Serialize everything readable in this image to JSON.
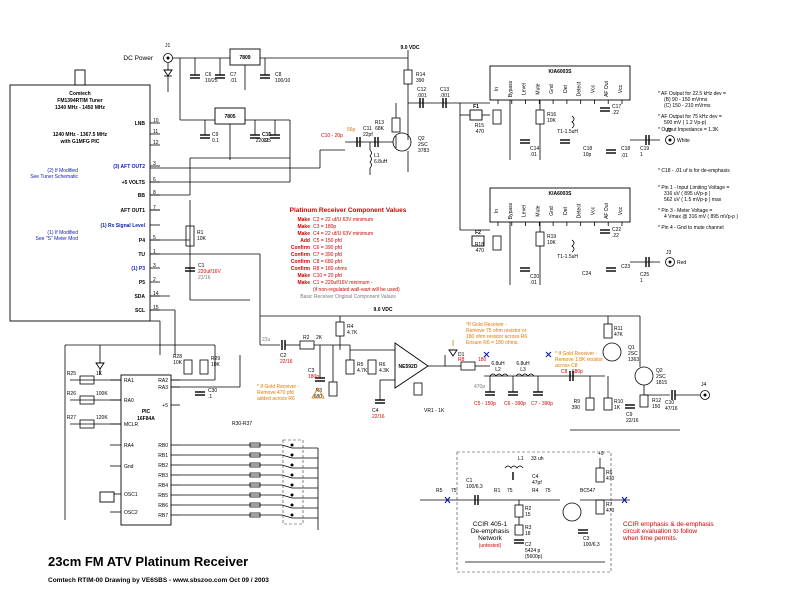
{
  "title": "23cm FM ATV Platinum Receiver",
  "subtitle": "Comtech RTIM-00   Drawing by VE6SBS - www.sbszoo.com   Oct 09 / 2003",
  "connectors": {
    "j1": "J1",
    "dc_power": "DC Power",
    "j2": "J2",
    "j3": "J3",
    "j4": "J4"
  },
  "tuner": {
    "title_lines": [
      "Comtech",
      "FM1394RTIM  Tuner",
      "1340 MHz - 1450 MHz"
    ],
    "band_lines": [
      "1240 MHz - 1367.5 MHz",
      "with G1MFG PIC"
    ],
    "note1": [
      "(2) If Modified",
      "See Tuner Schematic"
    ],
    "note2": [
      "(1) If Modified",
      "See \"S\" Meter Mod"
    ],
    "pins": [
      {
        "name": "LNB",
        "num": "10"
      },
      {
        "name": "",
        "num": "11"
      },
      {
        "name": "",
        "num": "12"
      },
      {
        "name": "(3) AFT OUT2",
        "num": "3"
      },
      {
        "name": "+5 VOLTS",
        "num": "6"
      },
      {
        "name": "BB",
        "num": "8"
      },
      {
        "name": "AFT OUT1",
        "num": "7"
      },
      {
        "name": "(1) Rx Signal Level",
        "num": ""
      },
      {
        "name": "P4",
        "num": "5"
      },
      {
        "name": "TU",
        "num": "1"
      },
      {
        "name": "(1) P3",
        "num": "3"
      },
      {
        "name": "P5",
        "num": "2"
      },
      {
        "name": "SDA",
        "num": "14"
      },
      {
        "name": "SCL",
        "num": "15"
      }
    ]
  },
  "regs": {
    "u1": "7809",
    "u2": "7805"
  },
  "regcaps": [
    {
      "name": "C6",
      "val": "10/25"
    },
    {
      "name": "C7",
      "val": ".01"
    },
    {
      "name": "C8",
      "val": "100/10"
    },
    {
      "name": "C9",
      "val": "0.1"
    },
    {
      "name": "C10",
      "val": ".01"
    },
    {
      "name": "C11",
      "val": "220/25"
    }
  ],
  "rf": {
    "rail": "9.0 VDC",
    "r14": [
      "R14",
      "390"
    ],
    "r13": [
      "R13",
      "68K"
    ],
    "q2": [
      "Q2",
      "2SC",
      "3783"
    ],
    "c12": [
      "C12",
      ".001"
    ],
    "c13": [
      "C13",
      ".001"
    ],
    "c11": [
      "C11",
      "22pf"
    ],
    "c10note": [
      "56p",
      "C10 - 20p"
    ],
    "l1": [
      "L1",
      "6.8uH"
    ],
    "f1": "F1",
    "f2": "F2",
    "r15": [
      "R15",
      "470"
    ],
    "r16": [
      "R16",
      "10K"
    ],
    "c14": [
      "C14",
      ".01"
    ],
    "c15": [
      "C15",
      ".01"
    ],
    "r18": [
      "R18",
      "470"
    ],
    "r19": [
      "R19",
      "10K"
    ],
    "c20": [
      "C20",
      ".01"
    ]
  },
  "ics": {
    "label": "KIA6003S",
    "pins": [
      "In",
      "Bypass",
      "Level",
      "Mute",
      "Gnd",
      "Det",
      "Detect",
      "Vcc",
      "AF Out",
      "Vcc"
    ],
    "t1": "T1-1.5uH",
    "parts1": [
      "C16",
      "C17",
      ".22",
      "C18",
      "10p",
      "C19",
      "1"
    ],
    "parts2": [
      "C21",
      "C22",
      "C23",
      ".22",
      "C24",
      "10p",
      "C25",
      "1"
    ]
  },
  "outputs": {
    "white": "White",
    "red": "Red"
  },
  "specs": [
    "* AF Output for 22.5 kHz dev =",
    "(B)  90 - 150 mVrms",
    "(C) 150 - 210 mVrms",
    "* AF Output for 75 kHz dev =",
    "500 mV ( 1.2  Vp-p)",
    "* Output Impedance = 1.3K",
    "* C18 - .01 uf is for de-emphasis",
    "* Pin 1 - Input Limiting Voltage =",
    "316 uV ( 895 uVp-p )",
    "562 uV ( 1.5 mVp-p ) max",
    "* Pin 3 - Meter Voltage =",
    "4 Vmax @ 316 mV ( 895 mVp-p )",
    "* Pin 4 - Gnd to mute channel"
  ],
  "values_box": {
    "title": "Platinum Receiver Component Values",
    "rows": [
      {
        "tag": "Make",
        "text": "C2 = 22 uf/U 63V minimum"
      },
      {
        "tag": "Make",
        "text": "C3 = 180p"
      },
      {
        "tag": "Make",
        "text": "C4 = 22 uf/U 63V minimum"
      },
      {
        "tag": "Add",
        "text": "C5 = 150 pfd"
      },
      {
        "tag": "Confirm",
        "text": "C6 = 390 pfd"
      },
      {
        "tag": "Confirm",
        "text": "C7 = 390 pfd"
      },
      {
        "tag": "Confirm",
        "text": "C8 = 680 pfd"
      },
      {
        "tag": "Confirm",
        "text": "R8 = 180 ohms"
      },
      {
        "tag": "Make",
        "text": "C10 = 20 pfd"
      },
      {
        "tag": "Make",
        "text": "C1 = 220uf/16V minimum -"
      },
      {
        "tag": "",
        "text": "(if non-regulated wall-wart will be used)"
      }
    ],
    "footer": "Basic Receiver Original Component Values"
  },
  "bias": {
    "r1": [
      "R1",
      "10K"
    ],
    "c1": [
      "C1",
      "220uf/16V",
      "22/16"
    ],
    "c2": [
      "22u",
      "C2",
      "22/16"
    ],
    "r2": [
      "R2",
      "2K"
    ],
    "c3": [
      "C3",
      "180p"
    ],
    "r3": [
      "R3",
      "680"
    ]
  },
  "pic": {
    "title": [
      "PIC",
      "16F84A"
    ],
    "left_pins": [
      "RA1",
      "RA0",
      "MCLR",
      "RA4",
      "Gnd",
      "OSC1",
      "OSC2"
    ],
    "right_pins": [
      "RA2",
      "RA3",
      "+5",
      "RB0",
      "RB1",
      "RB2",
      "RB3",
      "RB4",
      "RB5",
      "RB6",
      "RB7"
    ],
    "parts": [
      {
        "name": "R25",
        "val": "1K"
      },
      {
        "name": "R26",
        "val": "100K"
      },
      {
        "name": "R27",
        "val": "120K"
      },
      {
        "name": "R28",
        "val": "10K"
      },
      {
        "name": "R29",
        "val": "10K"
      },
      {
        "name": "R30-R37",
        "val": ""
      },
      {
        "name": "C30",
        "val": ".1"
      }
    ],
    "switch": "DIP"
  },
  "amp": {
    "rail": "9.0 VDC",
    "ic": "NE592D",
    "r4": [
      "R4",
      "4.7K"
    ],
    "r5": [
      "R5",
      "4.7K"
    ],
    "r6": [
      "R6",
      "4.3K"
    ],
    "r7": [
      "R7",
      "3K"
    ],
    "c4": [
      "C4",
      "22/16"
    ],
    "vr1": "VR1 - 1K",
    "r8": [
      "R8",
      "180"
    ],
    "d1": "D1",
    "l2": [
      "L2",
      "6.8uH"
    ],
    "l3": [
      "L3",
      "6.8uH"
    ],
    "c5": "C5 - 150p",
    "c6": "C6 - 390p",
    "c7": "C7 - 390p",
    "c8": "C8 - 680p",
    "c5_in": "470p",
    "c9": [
      "C9",
      "22/16"
    ],
    "r9": [
      "R9",
      "390"
    ],
    "r10": [
      "R10",
      "1K"
    ],
    "r11": [
      "R11",
      "47K"
    ],
    "r12": [
      "R12",
      "150"
    ],
    "q1": [
      "Q1",
      "2SC",
      "1363"
    ],
    "q2b": [
      "Q2",
      "2SC",
      "1815"
    ],
    "c10": [
      "C10",
      "47/16"
    ]
  },
  "notes": {
    "gold_r6": [
      "*If Gold Receiver -",
      "Remove 75 ohm resistor or",
      "180 ohm resistor across R6.",
      "Ensure R6 = 180 ohms."
    ],
    "gold_c8": [
      "* If Gold Receiver -",
      "Remove 1.8K resistor",
      "across C8"
    ],
    "gold_c5": [
      "* If Gold Receiver -",
      "Remove 470 pfd",
      "added across R6"
    ]
  },
  "deemph": {
    "title": [
      "CCIR 405-1",
      "De-emphasis",
      "Network"
    ],
    "unit": "(untested)",
    "comment": [
      "CCIR emphasis & de-emphasis",
      "circuit evaluation to follow",
      "when time permits."
    ],
    "parts": {
      "r5": [
        "R5",
        "75"
      ],
      "c1": [
        "C1",
        "100/6.3"
      ],
      "r1": [
        "R1",
        "75"
      ],
      "r4": [
        "R4",
        "75"
      ],
      "l1": [
        "L1",
        "33 uh"
      ],
      "c4": [
        "C4",
        "47pf"
      ],
      "r2": [
        "R2",
        "15"
      ],
      "r3": [
        "R3",
        "18"
      ],
      "c2": [
        "C2",
        "5424 p",
        "(5600p)"
      ],
      "q": "BC547",
      "r6": [
        "R6",
        "470"
      ],
      "r7": [
        "R7",
        "470"
      ],
      "c3": [
        "C3",
        "100/6.3"
      ],
      "vcc": "+9"
    }
  }
}
